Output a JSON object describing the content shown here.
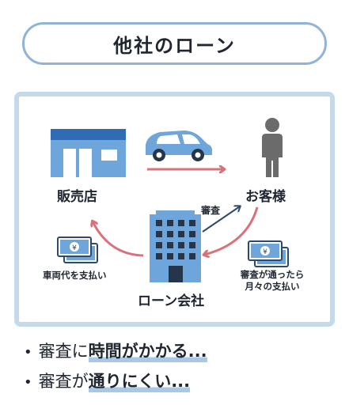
{
  "title": "他社のローン",
  "nodes": {
    "store": "販売店",
    "customer": "お客様",
    "loan_company": "ローン会社"
  },
  "edges": {
    "review": "審査",
    "pay_vehicle": "車両代を支払い",
    "monthly_line1": "審査が通ったら",
    "monthly_line2": "月々の支払い"
  },
  "bullets": [
    {
      "prefix": "審査に",
      "emphasis": "時間がかかる..."
    },
    {
      "prefix": "審査が",
      "emphasis": "通りにくい..."
    }
  ],
  "colors": {
    "accent_blue": "#6ea6dc",
    "pale_blue": "#c3d9ec",
    "arrow_red": "#d9707a",
    "arrow_navy": "#2d4a6b",
    "figure_gray": "#6b6b6b"
  },
  "icons": [
    "store-icon",
    "car-icon",
    "person-icon",
    "building-icon",
    "banknote-icon"
  ]
}
